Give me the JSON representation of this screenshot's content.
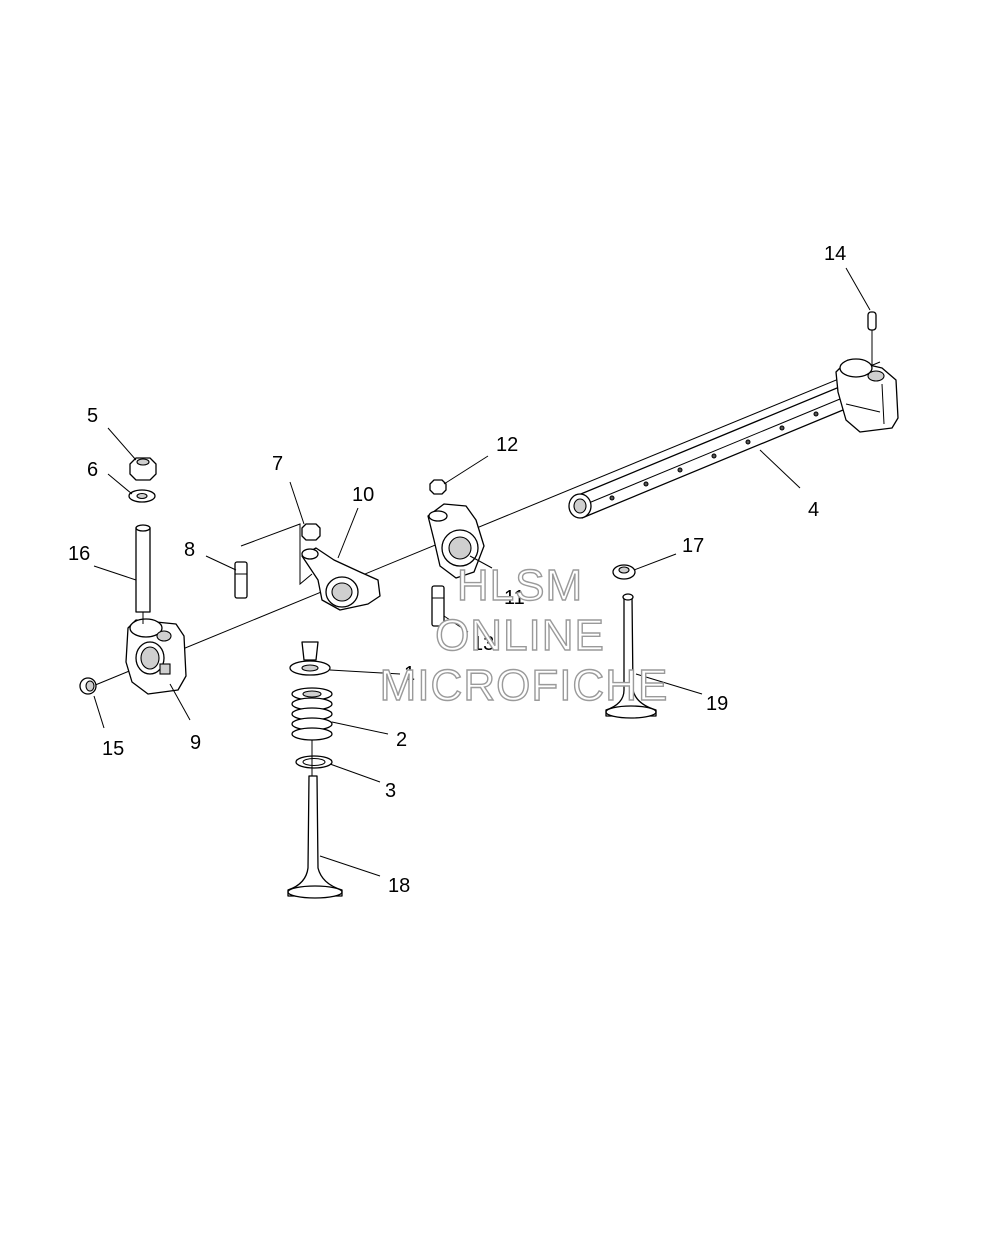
{
  "diagram": {
    "callouts": [
      {
        "id": "c1",
        "label": "1"
      },
      {
        "id": "c2",
        "label": "2"
      },
      {
        "id": "c3",
        "label": "3"
      },
      {
        "id": "c4",
        "label": "4"
      },
      {
        "id": "c5",
        "label": "5"
      },
      {
        "id": "c6",
        "label": "6"
      },
      {
        "id": "c7",
        "label": "7"
      },
      {
        "id": "c8",
        "label": "8"
      },
      {
        "id": "c9",
        "label": "9"
      },
      {
        "id": "c10",
        "label": "10"
      },
      {
        "id": "c11",
        "label": "11"
      },
      {
        "id": "c12",
        "label": "12"
      },
      {
        "id": "c13",
        "label": "13"
      },
      {
        "id": "c14",
        "label": "14"
      },
      {
        "id": "c15",
        "label": "15"
      },
      {
        "id": "c16",
        "label": "16"
      },
      {
        "id": "c17",
        "label": "17"
      },
      {
        "id": "c18",
        "label": "18"
      },
      {
        "id": "c19",
        "label": "19"
      }
    ]
  },
  "watermark": {
    "line1": "HLSM",
    "line2": "ONLINE",
    "line3": "MICROFICHE"
  }
}
